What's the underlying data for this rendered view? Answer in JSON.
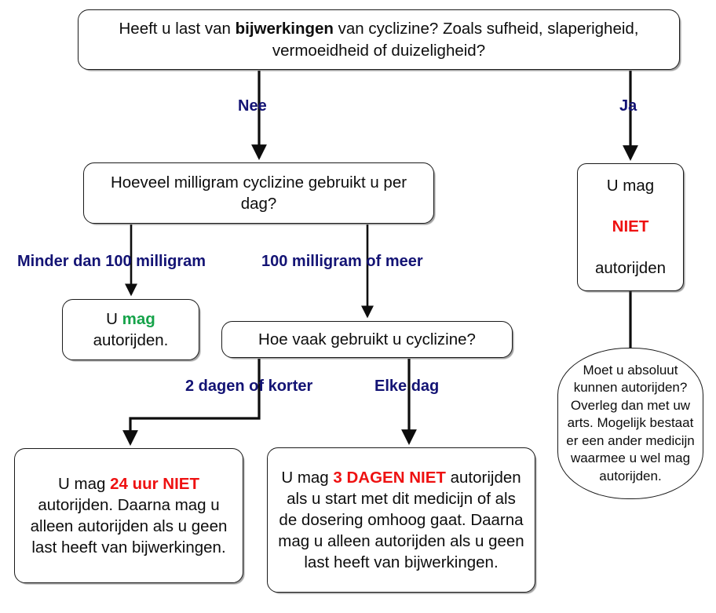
{
  "title": "Cyclizine rijvaardigheid beslisboom",
  "colors": {
    "edge_label": "#131374",
    "allowed": "#16a34a",
    "forbidden": "#ee1111",
    "stroke": "#1a1a1a",
    "background": "#ffffff"
  },
  "nodes": {
    "question_side_effects": {
      "id": "node-q-side",
      "shape": "rounded-rect",
      "text_pre": "Heeft u last van ",
      "text_bold": "bijwerkingen",
      "text_post": " van cyclizine? Zoals sufheid, slaperigheid, vermoeidheid of duizeligheid?"
    },
    "question_dose": {
      "id": "node-q-dose",
      "shape": "rounded-rect",
      "text": "Hoeveel milligram cyclizine gebruikt u per dag?"
    },
    "may_drive": {
      "id": "node-may-drive",
      "shape": "rounded-rect",
      "text_pre": "U ",
      "text_highlight": "mag",
      "highlight_color": "green",
      "text_post": " autorijden."
    },
    "question_frequency": {
      "id": "node-q-freq",
      "shape": "rounded-rect",
      "text": "Hoe vaak gebruikt u cyclizine?"
    },
    "result_24h": {
      "id": "node-24h",
      "shape": "rounded-rect",
      "text_pre": "U mag ",
      "text_highlight": "24 uur NIET",
      "highlight_color": "red",
      "text_post": " autorijden. Daarna mag u alleen autorijden als u geen last heeft van bijwerkingen."
    },
    "result_3days": {
      "id": "node-3d",
      "shape": "rounded-rect",
      "text_pre": "U mag ",
      "text_highlight": "3 DAGEN NIET",
      "highlight_color": "red",
      "text_post": " autorijden als u start met dit medicijn of als de dosering omhoog gaat. Daarna mag u alleen autorijden als u geen last heeft van bijwerkingen."
    },
    "result_not_drive": {
      "id": "node-not-drive",
      "shape": "rounded-rect",
      "line1": "U mag",
      "line2": "NIET",
      "line2_color": "red",
      "line3": "autorijden"
    },
    "advice_doctor": {
      "id": "node-advice",
      "shape": "oval",
      "text": "Moet u absoluut kunnen autorijden? Overleg dan met uw arts. Mogelijk bestaat er een ander medicijn waarmee u wel mag autorijden."
    }
  },
  "edge_labels": {
    "nee": "Nee",
    "ja": "Ja",
    "minder_dan_100": "Minder dan 100 milligram",
    "honderd_of_meer": "100 milligram of meer",
    "twee_dagen_of_korter": "2 dagen of korter",
    "elke_dag": "Elke dag"
  },
  "chart_data": {
    "type": "flowchart",
    "orientation": "top-down",
    "root": "question_side_effects",
    "edges": [
      {
        "from": "question_side_effects",
        "to": "question_dose",
        "label": "Nee",
        "arrow": true
      },
      {
        "from": "question_side_effects",
        "to": "result_not_drive",
        "label": "Ja",
        "arrow": true
      },
      {
        "from": "question_dose",
        "to": "may_drive",
        "label": "Minder dan 100 milligram",
        "arrow": true
      },
      {
        "from": "question_dose",
        "to": "question_frequency",
        "label": "100 milligram of meer",
        "arrow": true
      },
      {
        "from": "question_frequency",
        "to": "result_24h",
        "label": "2 dagen of korter",
        "arrow": true
      },
      {
        "from": "question_frequency",
        "to": "result_3days",
        "label": "Elke dag",
        "arrow": true
      },
      {
        "from": "result_not_drive",
        "to": "advice_doctor",
        "label": "",
        "arrow": false
      }
    ]
  }
}
